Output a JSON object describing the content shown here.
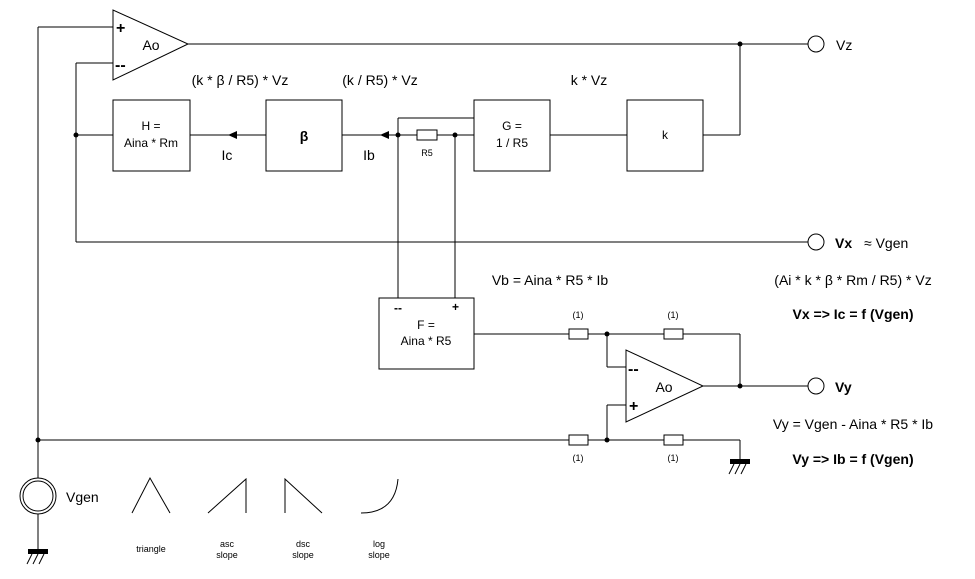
{
  "opamp_top": {
    "label": "Ao",
    "plus": "+",
    "minus": "--"
  },
  "opamp_bottom": {
    "label": "Ao",
    "plus": "+",
    "minus": "--"
  },
  "blocks": {
    "h": {
      "line1": "H =",
      "line2": "Aina * Rm"
    },
    "beta": {
      "label": "β"
    },
    "g": {
      "line1": "G =",
      "line2": "1 / R5"
    },
    "k": {
      "label": "k"
    },
    "f": {
      "line1": "F =",
      "line2": "Aina * R5",
      "minus": "--",
      "plus": "+"
    }
  },
  "labels": {
    "sig_kbetar5": "(k * β / R5) * Vz",
    "sig_kr5": "(k / R5) * Vz",
    "sig_kvz": "k * Vz",
    "ic": "Ic",
    "ib": "Ib",
    "r5": "R5",
    "vb": "Vb = Aina * R5 * Ib",
    "vx_expr": "(Ai * k * β * Rm / R5) * Vz",
    "vx_func": "Vx => Ic = f (Vgen)",
    "vy_expr": "Vy = Vgen - Aina * R5 * Ib",
    "vy_func": "Vy => Ib = f (Vgen)",
    "res_unit": "(1)"
  },
  "terminals": {
    "vz": "Vz",
    "vx": "Vx",
    "vx_note": "≈ Vgen",
    "vy": "Vy"
  },
  "source": {
    "label": "Vgen"
  },
  "waveforms": [
    {
      "icon": "triangle-wave",
      "line1": "triangle",
      "line2": ""
    },
    {
      "icon": "asc-slope-wave",
      "line1": "asc",
      "line2": "slope"
    },
    {
      "icon": "dsc-slope-wave",
      "line1": "dsc",
      "line2": "slope"
    },
    {
      "icon": "log-slope-wave",
      "line1": "log",
      "line2": "slope"
    }
  ]
}
